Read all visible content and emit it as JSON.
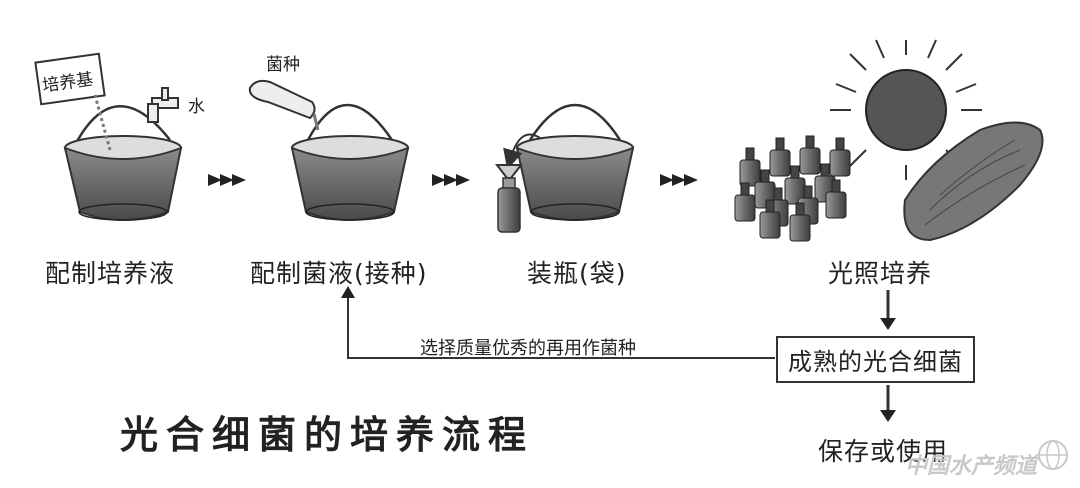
{
  "steps": {
    "step1": "配制培养液",
    "step2": "配制菌液(接种)",
    "step3": "装瓶(袋)",
    "step4": "光照培养"
  },
  "annotations": {
    "medium_bag": "培养基",
    "water": "水",
    "inoculum": "菌种",
    "feedback": "选择质量优秀的再用作菌种"
  },
  "result_box": "成熟的光合细菌",
  "final_step": "保存或使用",
  "title": "光合细菌的培养流程",
  "watermark": "中国水产频道"
}
